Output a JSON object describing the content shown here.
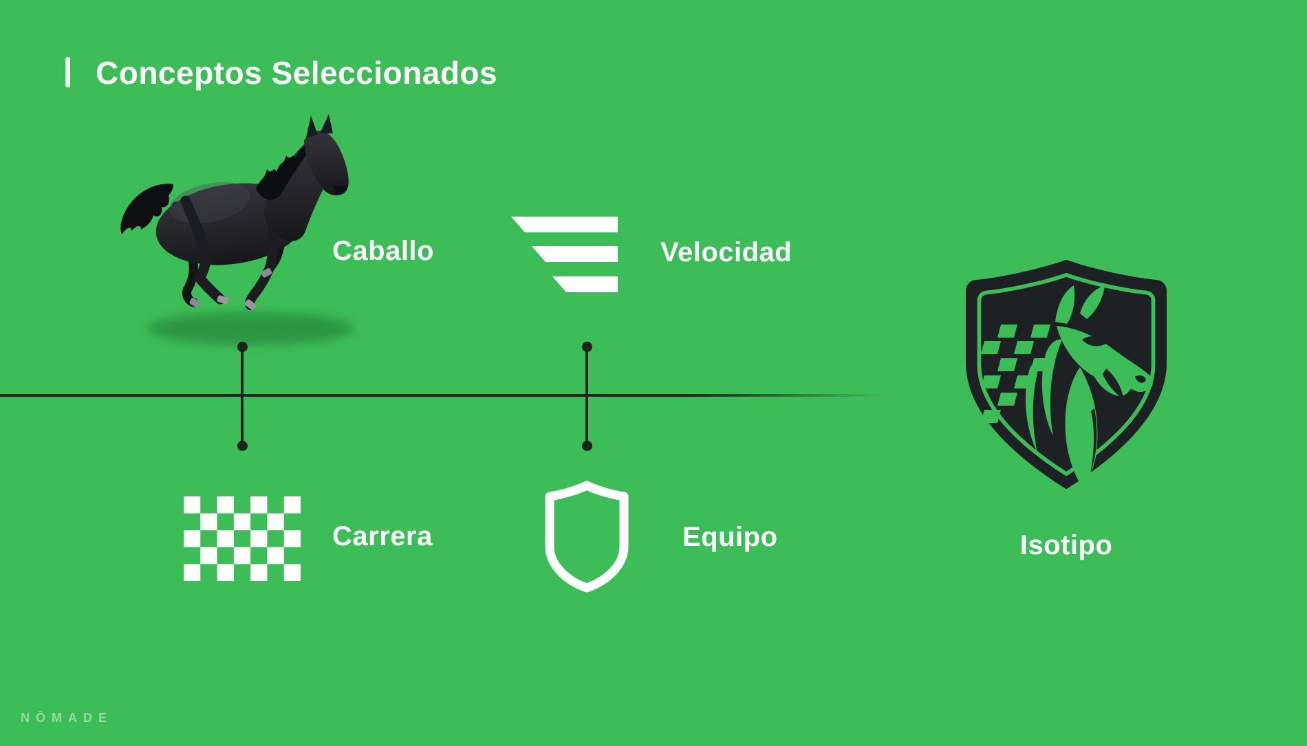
{
  "theme": {
    "background": "#3dbd58",
    "ink": "#1e2124",
    "line": "#1d211f",
    "text": "#ffffff"
  },
  "header": {
    "title": "Conceptos Seleccionados"
  },
  "concepts": {
    "top": [
      {
        "label": "Caballo",
        "icon": "horse-photo"
      },
      {
        "label": "Velocidad",
        "icon": "speed-lines-icon"
      }
    ],
    "bottom": [
      {
        "label": "Carrera",
        "icon": "checkered-flag-icon"
      },
      {
        "label": "Equipo",
        "icon": "shield-outline-icon"
      }
    ]
  },
  "result": {
    "label": "Isotipo",
    "icon": "horse-shield-isotype-logo"
  },
  "watermark": {
    "brand": "NŌMADE"
  }
}
